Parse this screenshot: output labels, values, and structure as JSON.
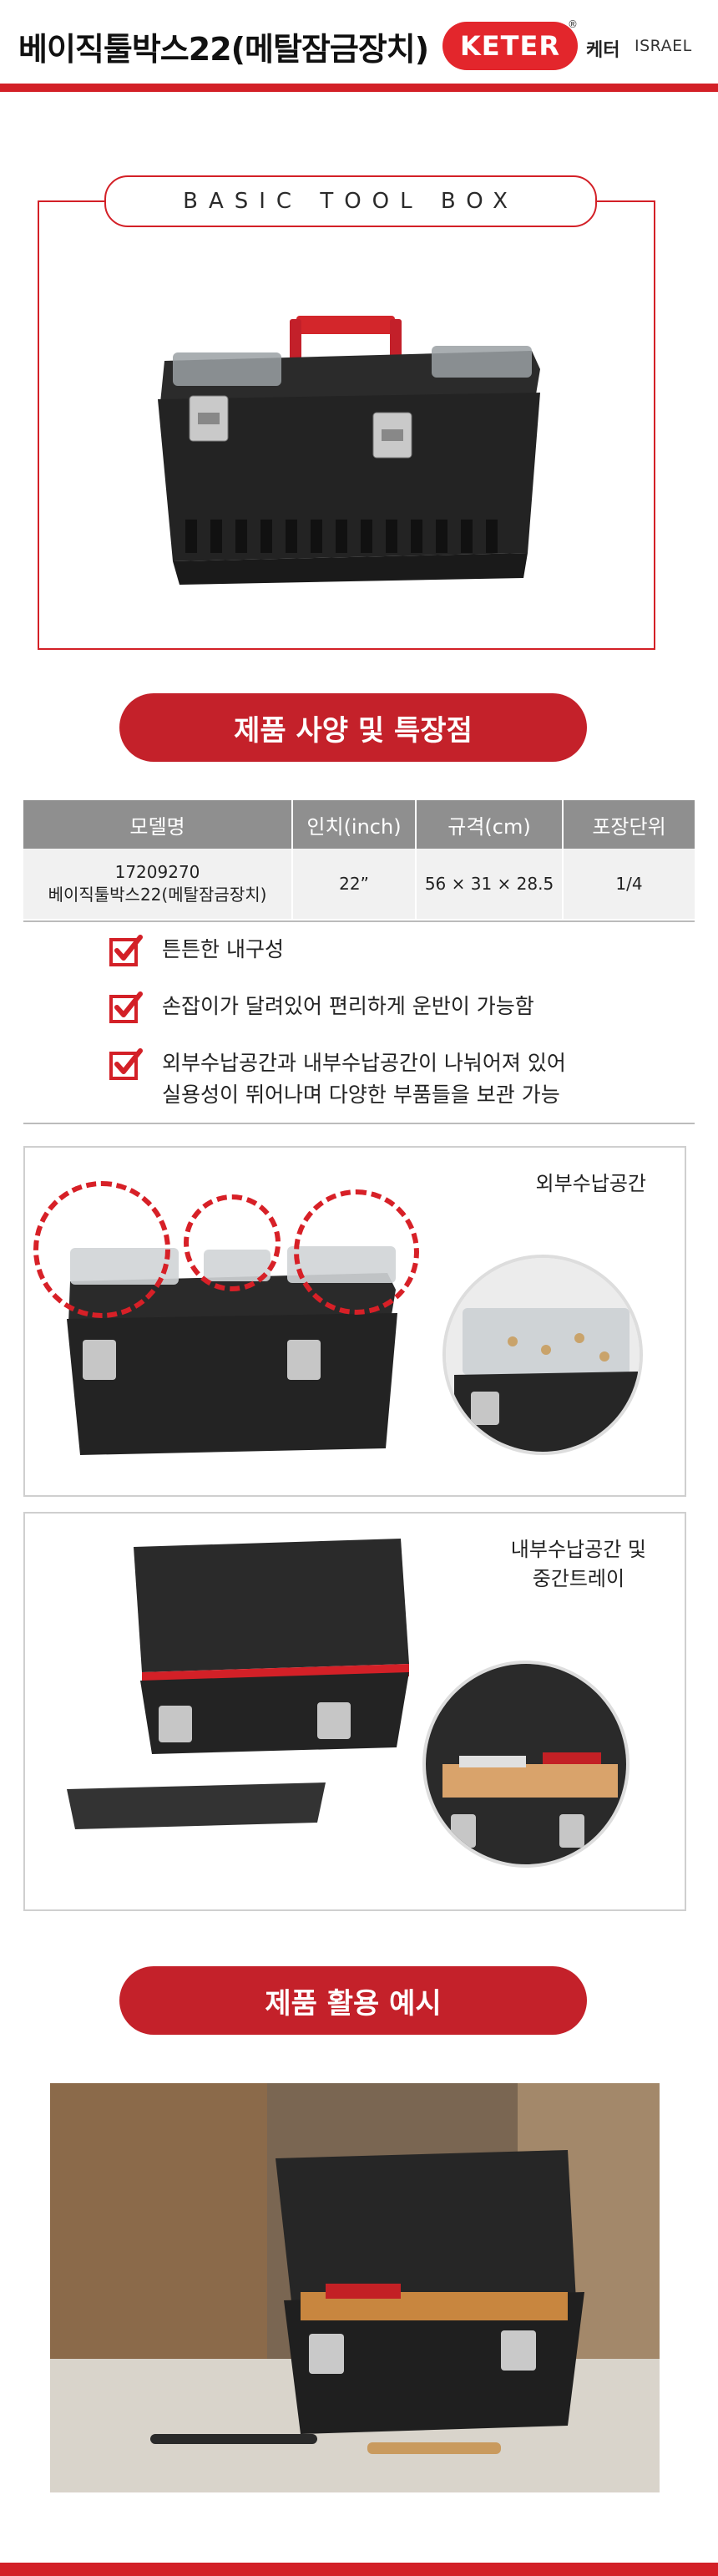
{
  "header": {
    "title": "베이직툴박스22(메탈잠금장치)",
    "logo_text": "KETER",
    "registered_mark": "®",
    "brand_kr": "케터",
    "brand_country": "ISRAEL"
  },
  "hero": {
    "tab_title": "BASIC TOOL BOX"
  },
  "sections": {
    "spec_title": "제품 사양 및 특장점",
    "usage_title": "제품 활용 예시"
  },
  "spec_table": {
    "headers": [
      "모델명",
      "인치(inch)",
      "규격(cm)",
      "포장단위"
    ],
    "row": {
      "model_code": "17209270",
      "model_name": "베이직툴박스22(메탈잠금장치)",
      "inch": "22”",
      "size": "56 × 31 × 28.5",
      "pack": "1/4"
    }
  },
  "features": [
    {
      "lines": [
        "튼튼한 내구성"
      ]
    },
    {
      "lines": [
        "손잡이가 달려있어 편리하게 운반이 가능함"
      ]
    },
    {
      "lines": [
        "외부수납공간과 내부수납공간이 나눠어져 있어",
        "실용성이 뛰어나며 다양한 부품들을 보관 가능"
      ]
    }
  ],
  "panels": {
    "external_label": "외부수납공간",
    "internal_label_1": "내부수납공간 및",
    "internal_label_2": "중간트레이"
  },
  "colors": {
    "brand_red": "#d32027",
    "pill_red": "#c4212a",
    "table_header_gray": "#8f8f8f"
  },
  "icons": [
    "checkbox-check-icon"
  ]
}
